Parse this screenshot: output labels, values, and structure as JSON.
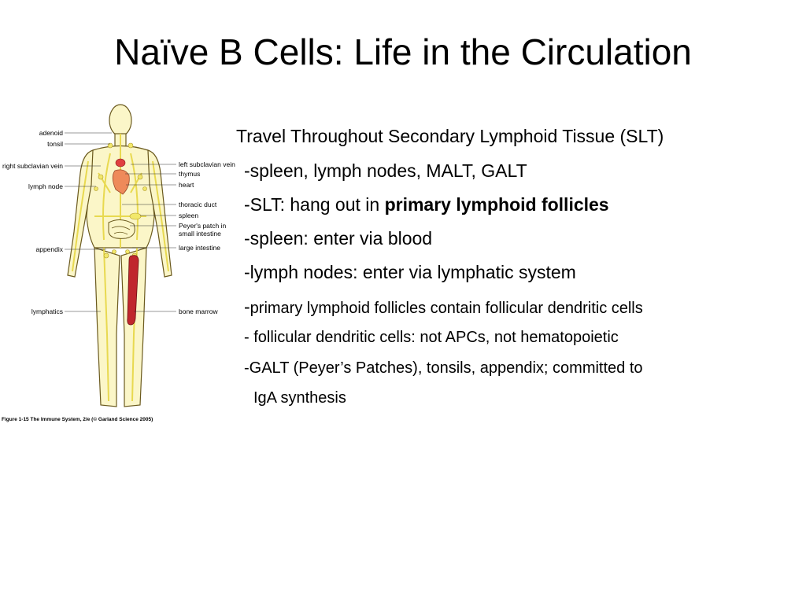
{
  "slide": {
    "title": "Naïve B Cells: Life in the Circulation"
  },
  "figure": {
    "labels_left": {
      "adenoid": "adenoid",
      "tonsil": "tonsil",
      "right_subclavian_vein": "right subclavian vein",
      "lymph_node": "lymph node",
      "appendix": "appendix",
      "lymphatics": "lymphatics"
    },
    "labels_right": {
      "left_subclavian_vein": "left subclavian vein",
      "thymus": "thymus",
      "heart": "heart",
      "thoracic_duct": "thoracic duct",
      "spleen": "spleen",
      "peyers_patch": "Peyer's patch in",
      "small_intestine": "small intestine",
      "large_intestine": "large intestine",
      "bone_marrow": "bone marrow"
    },
    "caption": "Figure 1-15 The Immune System, 2/e (© Garland Science 2005)",
    "colors": {
      "body_outline": "#6b5a1e",
      "lymph_yellow": "#f2e86a",
      "heart_orange": "#ee8a5a",
      "bone_red": "#c0272d",
      "thymus_red": "#e04040"
    }
  },
  "bullets": {
    "line0": "Travel Throughout Secondary Lymphoid Tissue (SLT)",
    "line1": "-spleen, lymph nodes, MALT, GALT",
    "line2_prefix": "-SLT: hang out in ",
    "line2_bold": "primary lymphoid follicles",
    "line3": "-spleen: enter via blood",
    "line4": "-lymph nodes: enter via lymphatic system",
    "line5_dash": "-",
    "line5_text": "primary lymphoid follicles contain follicular dendritic cells",
    "line6": "- follicular dendritic cells: not APCs, not hematopoietic",
    "line7": "-GALT (Peyer’s Patches), tonsils, appendix; committed to",
    "line8": "IgA synthesis"
  }
}
